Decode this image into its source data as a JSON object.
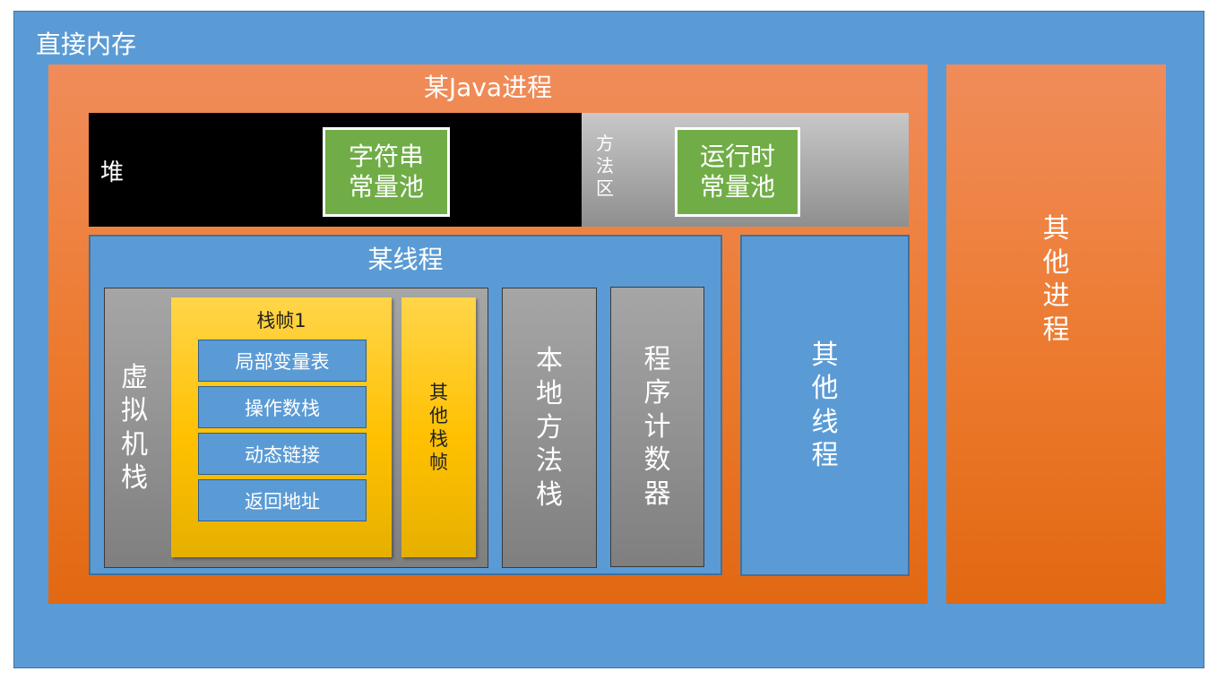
{
  "direct_memory": "直接内存",
  "java_process": "某Java进程",
  "heap": "堆",
  "string_pool": [
    "字符串",
    "常量池"
  ],
  "method_area": [
    "方",
    "法",
    "区"
  ],
  "runtime_pool": [
    "运行时",
    "常量池"
  ],
  "thread": "某线程",
  "vm_stack": [
    "虚",
    "拟",
    "机",
    "栈"
  ],
  "frame1": {
    "title": "栈帧1",
    "items": [
      "局部变量表",
      "操作数栈",
      "动态链接",
      "返回地址"
    ]
  },
  "other_frames": [
    "其",
    "他",
    "栈",
    "帧"
  ],
  "native_stack": [
    "本",
    "地",
    "方",
    "法",
    "栈"
  ],
  "pc_register": [
    "程",
    "序",
    "计",
    "数",
    "器"
  ],
  "other_threads": [
    "其",
    "他",
    "线",
    "程"
  ],
  "other_processes": [
    "其",
    "他",
    "进",
    "程"
  ],
  "colors": {
    "direct_memory": "#5b9bd5",
    "process": "#ed7d31",
    "heap": "#000000",
    "method_area": "#a6a6a6",
    "pool": "#70ad47",
    "frame": "#ffc000"
  }
}
